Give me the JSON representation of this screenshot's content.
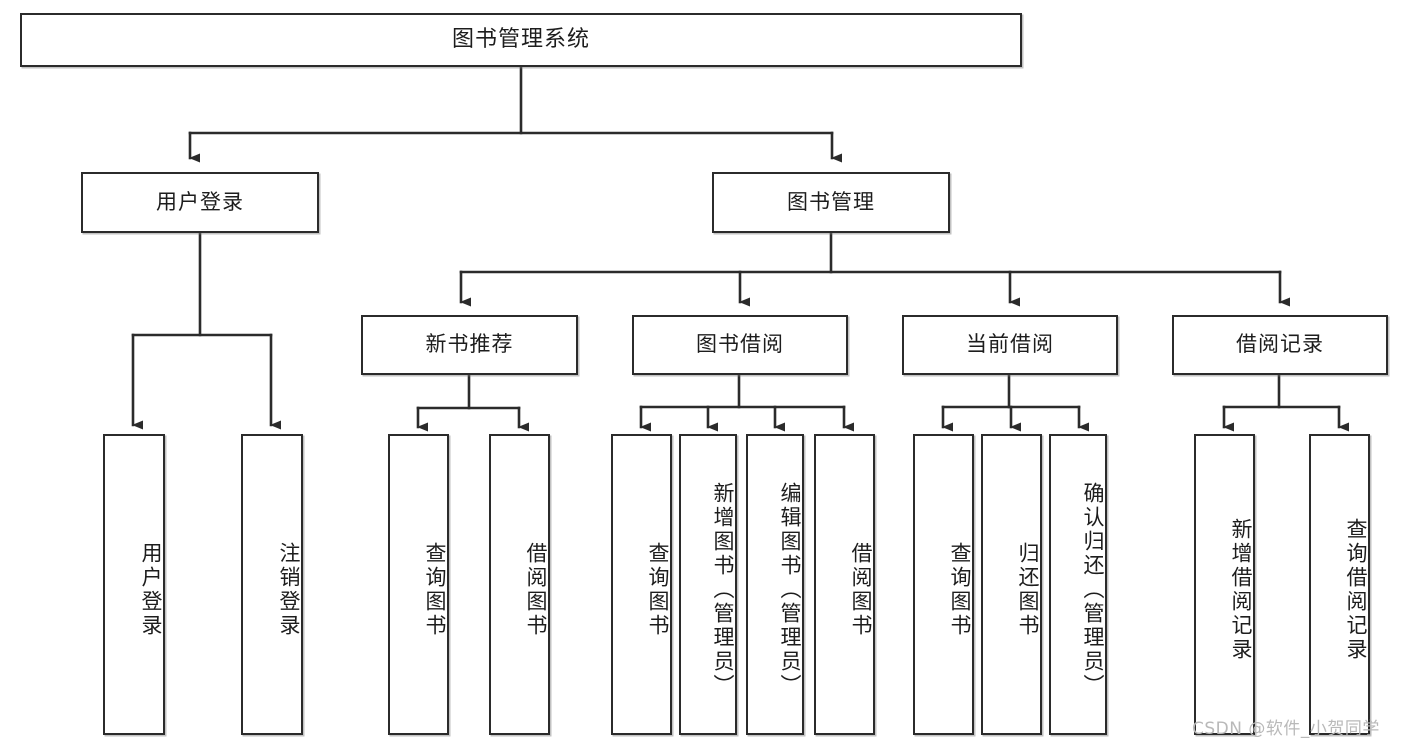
{
  "diagram": {
    "type": "tree",
    "title": "图书管理系统",
    "orientation": "top-down",
    "colors": {
      "box_border": "#2b2b2b",
      "box_fill": "#ffffff",
      "connector": "#2b2b2b",
      "text": "#1d1d1d",
      "watermark": "#b9b9b9"
    },
    "root": {
      "label": "图书管理系统"
    },
    "level2": [
      {
        "id": "user-login",
        "label": "用户登录"
      },
      {
        "id": "book-management",
        "label": "图书管理"
      }
    ],
    "level3": [
      {
        "id": "new-book-recommend",
        "label": "新书推荐"
      },
      {
        "id": "book-borrow",
        "label": "图书借阅"
      },
      {
        "id": "current-borrow",
        "label": "当前借阅"
      },
      {
        "id": "borrow-record",
        "label": "借阅记录"
      }
    ],
    "leaves": {
      "user_login": [
        {
          "id": "leaf-user-login",
          "label": "用户登录"
        },
        {
          "id": "leaf-logout-login",
          "label": "注销登录"
        }
      ],
      "new_book_recommend": [
        {
          "id": "leaf-query-book-1",
          "label": "查询图书"
        },
        {
          "id": "leaf-borrow-book-1",
          "label": "借阅图书"
        }
      ],
      "book_borrow": [
        {
          "id": "leaf-query-book-2",
          "label": "查询图书"
        },
        {
          "id": "leaf-add-book",
          "label": "新增图书（管理员）"
        },
        {
          "id": "leaf-edit-book",
          "label": "编辑图书（管理员）"
        },
        {
          "id": "leaf-borrow-book-2",
          "label": "借阅图书"
        }
      ],
      "current_borrow": [
        {
          "id": "leaf-query-book-3",
          "label": "查询图书"
        },
        {
          "id": "leaf-return-book",
          "label": "归还图书"
        },
        {
          "id": "leaf-confirm-return",
          "label": "确认归还（管理员）"
        }
      ],
      "borrow_record": [
        {
          "id": "leaf-add-record",
          "label": "新增借阅记录"
        },
        {
          "id": "leaf-query-record",
          "label": "查询借阅记录"
        }
      ]
    }
  },
  "watermark": {
    "text": "CSDN @软件_小贺同学"
  }
}
